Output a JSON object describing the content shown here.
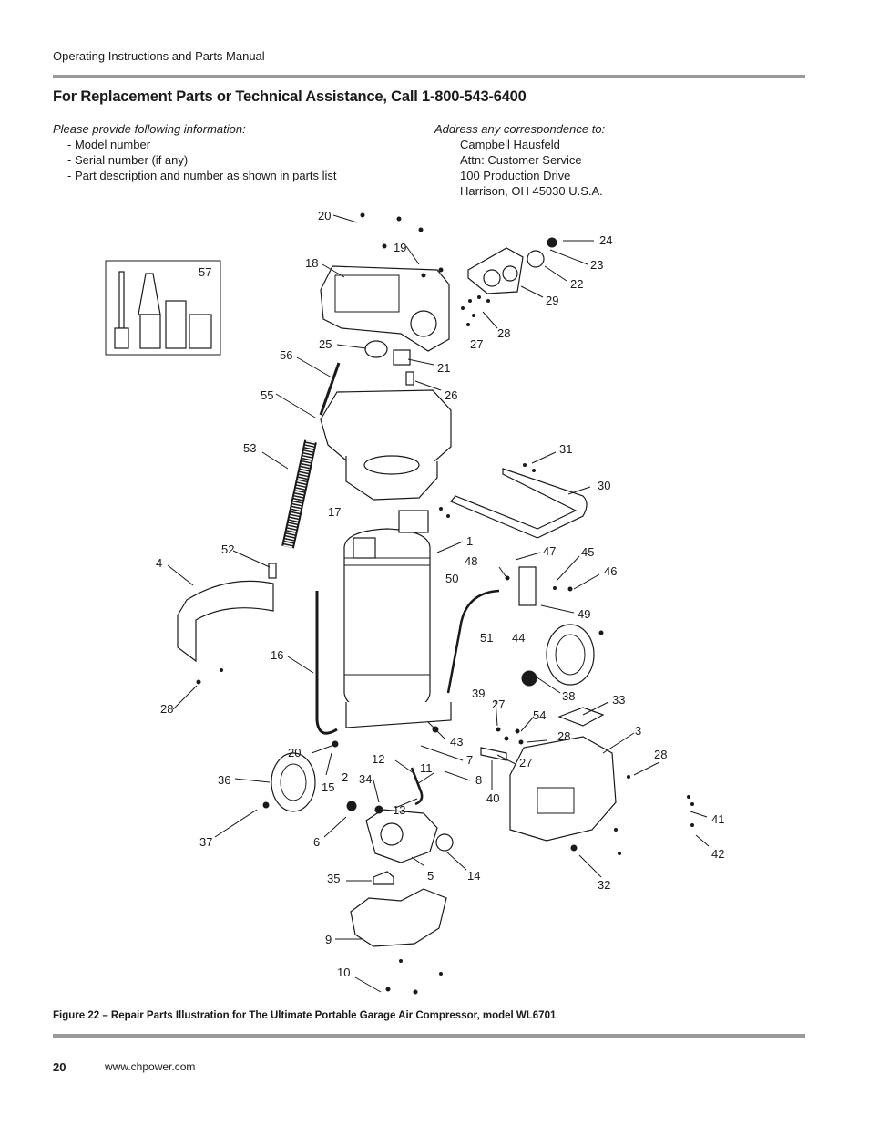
{
  "header": {
    "manual_title": "Operating Instructions and Parts Manual"
  },
  "title": "For Replacement Parts or Technical Assistance, Call 1-800-543-6400",
  "info": {
    "heading": "Please provide following information:",
    "items": [
      "- Model number",
      "- Serial number (if any)",
      "- Part description and number as shown in parts list"
    ]
  },
  "address": {
    "heading": "Address any correspondence to:",
    "lines": [
      "Campbell Hausfeld",
      "Attn: Customer Service",
      "100 Production Drive",
      "Harrison, OH   45030   U.S.A."
    ]
  },
  "figure": {
    "caption": "Figure 22 – Repair Parts Illustration for The Ultimate Portable Garage Air Compressor, model WL6701",
    "callouts": [
      "1",
      "2",
      "3",
      "4",
      "5",
      "6",
      "7",
      "8",
      "9",
      "10",
      "11",
      "12",
      "13",
      "14",
      "15",
      "16",
      "17",
      "18",
      "19",
      "20",
      "20",
      "21",
      "22",
      "23",
      "24",
      "25",
      "26",
      "27",
      "27",
      "27",
      "28",
      "28",
      "28",
      "28",
      "29",
      "30",
      "31",
      "32",
      "33",
      "34",
      "35",
      "36",
      "37",
      "38",
      "39",
      "40",
      "41",
      "42",
      "43",
      "44",
      "45",
      "46",
      "47",
      "48",
      "49",
      "50",
      "51",
      "52",
      "53",
      "54",
      "55",
      "56",
      "57"
    ]
  },
  "footer": {
    "page_number": "20",
    "website": "www.chpower.com"
  },
  "colors": {
    "rule": "#9a9a9a",
    "text": "#1a1a1a"
  }
}
